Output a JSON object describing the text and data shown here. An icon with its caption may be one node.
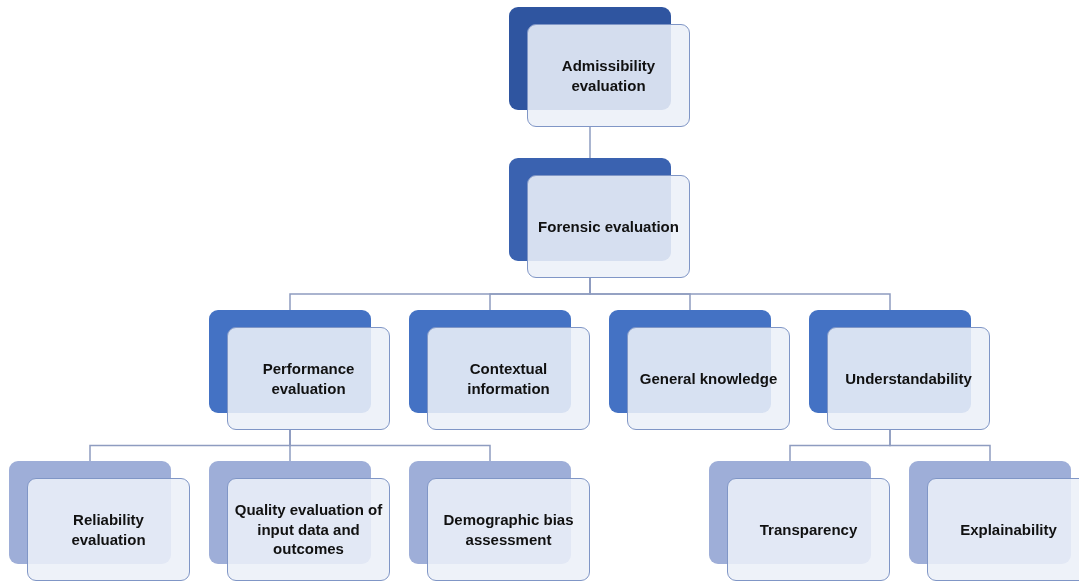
{
  "diagram": {
    "nodes": [
      {
        "text": [
          "Admissibility evaluation"
        ]
      },
      {
        "text": [
          "Forensic evaluation"
        ]
      },
      {
        "text": [
          "Performance evaluation"
        ]
      },
      {
        "text": [
          "Contextual information"
        ]
      },
      {
        "text": [
          "General knowledge"
        ]
      },
      {
        "text": [
          "Understandability"
        ]
      },
      {
        "text": [
          "Reliability evaluation"
        ]
      },
      {
        "text": [
          "Quality evaluation of input data and outcomes"
        ]
      },
      {
        "text": [
          "Demographic bias assessment"
        ]
      },
      {
        "text": [
          "Transparency"
        ]
      },
      {
        "text": [
          "Explainability"
        ]
      }
    ],
    "edges": [
      {
        "from": 0,
        "to": 1,
        "arrow": "none"
      },
      {
        "from": 1,
        "to": 2,
        "arrow": "none"
      },
      {
        "from": 1,
        "to": 3,
        "arrow": "none"
      },
      {
        "from": 1,
        "to": 4,
        "arrow": "none"
      },
      {
        "from": 1,
        "to": 5,
        "arrow": "none"
      },
      {
        "from": 2,
        "to": 6,
        "arrow": "none"
      },
      {
        "from": 2,
        "to": 7,
        "arrow": "none"
      },
      {
        "from": 2,
        "to": 8,
        "arrow": "none"
      },
      {
        "from": 5,
        "to": 9,
        "arrow": "none"
      },
      {
        "from": 5,
        "to": 10,
        "arrow": "none"
      }
    ]
  }
}
